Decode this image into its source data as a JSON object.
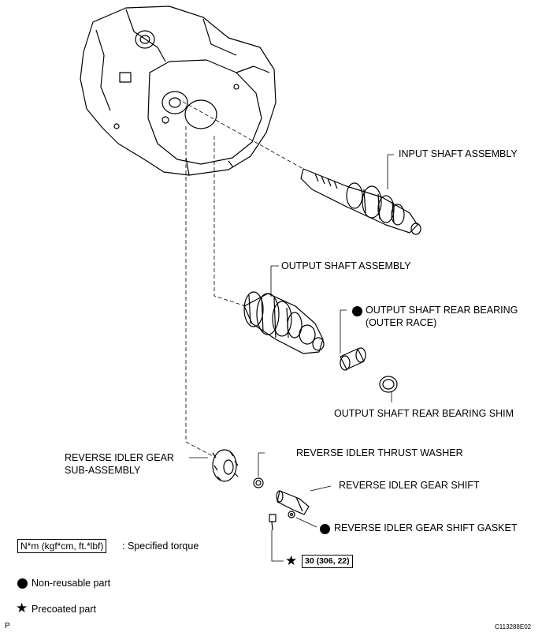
{
  "callouts": {
    "input_shaft": "INPUT SHAFT ASSEMBLY",
    "output_shaft": "OUTPUT SHAFT ASSEMBLY",
    "rear_bearing_line1": "OUTPUT SHAFT REAR BEARING",
    "rear_bearing_line2": "(OUTER RACE)",
    "rear_shim": "OUTPUT SHAFT REAR BEARING SHIM",
    "idler_gear_line1": "REVERSE IDLER GEAR",
    "idler_gear_line2": "SUB-ASSEMBLY",
    "thrust_washer": "REVERSE IDLER THRUST WASHER",
    "idler_shaft": "REVERSE IDLER GEAR SHIFT",
    "shaft_gasket": "REVERSE IDLER GEAR SHIFT GASKET"
  },
  "torque": {
    "value": "30 (306, 22)"
  },
  "legend": {
    "torque_box": "N*m (kgf*cm, ft.*lbf)",
    "torque_text": ": Specified torque",
    "non_reusable": "Non-reusable part",
    "precoated": "Precoated part"
  },
  "footer": {
    "code": "C113288E02",
    "corner": "P"
  },
  "symbols": {
    "non_reusable": "filled-circle",
    "precoated": "black-star"
  }
}
